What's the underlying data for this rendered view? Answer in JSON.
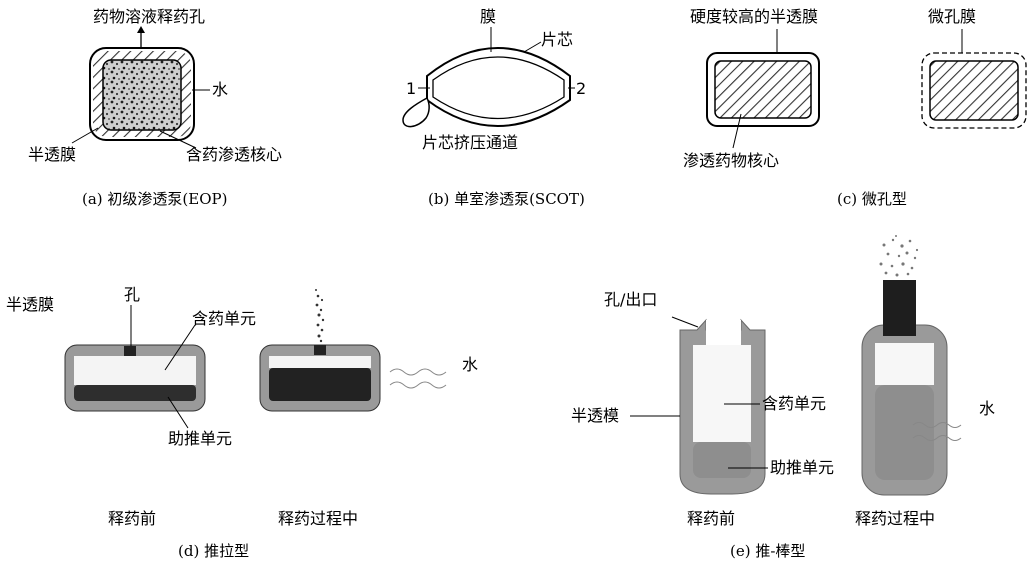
{
  "panels": {
    "a": {
      "caption": "(a)  初级渗透泵(EOP)",
      "label_orifice": "药物溶液释药孔",
      "label_water": "水",
      "label_membrane": "半透膜",
      "label_core": "含药渗透核心"
    },
    "b": {
      "caption": "(b)  单室渗透泵(SCOT)",
      "label_membrane": "膜",
      "label_core": "片芯",
      "label_1": "1",
      "label_2": "2",
      "label_channel": "片芯挤压通道"
    },
    "c": {
      "caption": "(c)  微孔型",
      "label_hard_membrane": "硬度较高的半透膜",
      "label_micro_membrane": "微孔膜",
      "label_core": "渗透药物核心"
    },
    "d": {
      "caption": "(d)  推拉型",
      "label_membrane": "半透膜",
      "label_orifice": "孔",
      "label_drug": "含药单元",
      "label_push": "助推单元",
      "label_water": "水",
      "label_before": "释药前",
      "label_during": "释药过程中"
    },
    "e": {
      "caption": "(e)  推-棒型",
      "label_orifice": "孔/出口",
      "label_membrane": "半透模",
      "label_drug": "含药单元",
      "label_push": "助推单元",
      "label_water": "水",
      "label_before": "释药前",
      "label_during": "释药过程中"
    }
  }
}
